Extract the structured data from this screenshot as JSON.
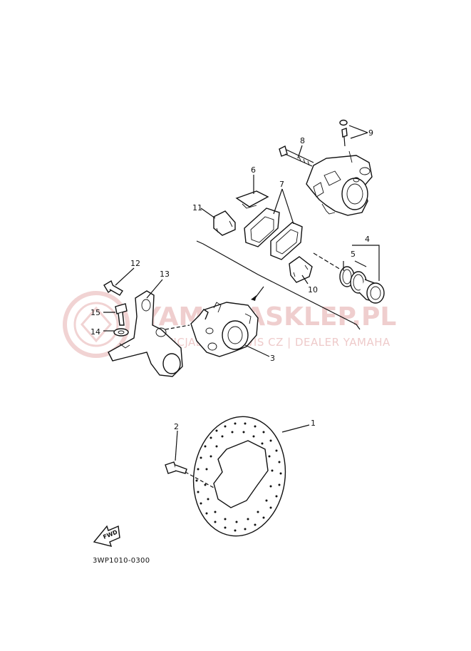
{
  "diagram": {
    "code": "3WP1010-0300",
    "fwd_label": "FWD",
    "callouts": [
      "1",
      "2",
      "3",
      "4",
      "5",
      "6",
      "7",
      "8",
      "9",
      "10",
      "11",
      "12",
      "13",
      "14",
      "15"
    ]
  },
  "watermark": {
    "brand": "YAMAHASKLEP.PL",
    "tagline": "OFICJALNY SERWIS CZ | DEALER YAMAHA",
    "color": "#e3a7a7"
  }
}
